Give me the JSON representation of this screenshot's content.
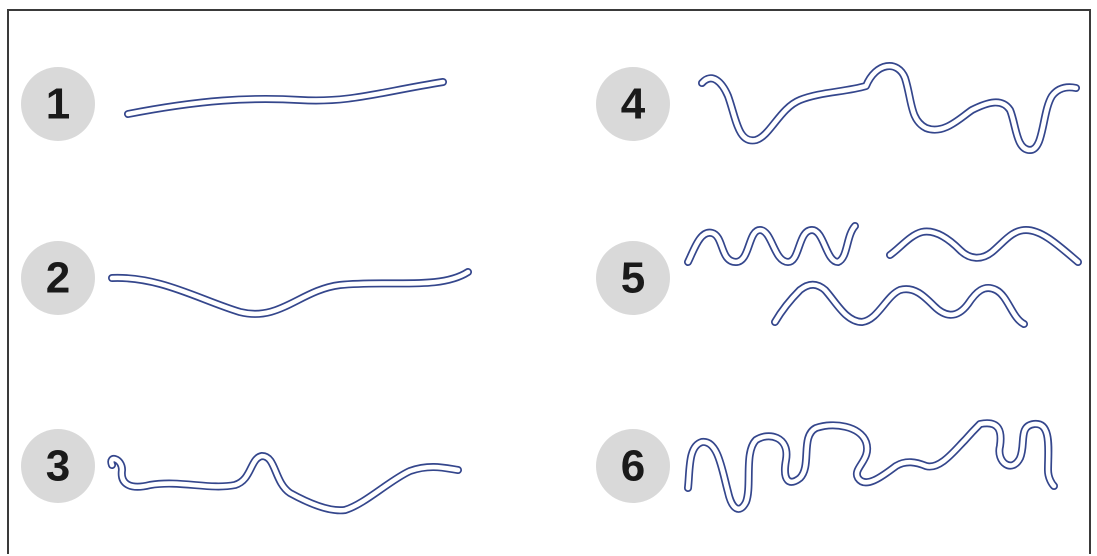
{
  "colors": {
    "badge_fill": "#d9d9d9",
    "fiber_stroke": "#34468c",
    "frame": "#3a3a3a"
  },
  "panels": [
    {
      "number": "1"
    },
    {
      "number": "2"
    },
    {
      "number": "3"
    },
    {
      "number": "4"
    },
    {
      "number": "5"
    },
    {
      "number": "6"
    }
  ]
}
